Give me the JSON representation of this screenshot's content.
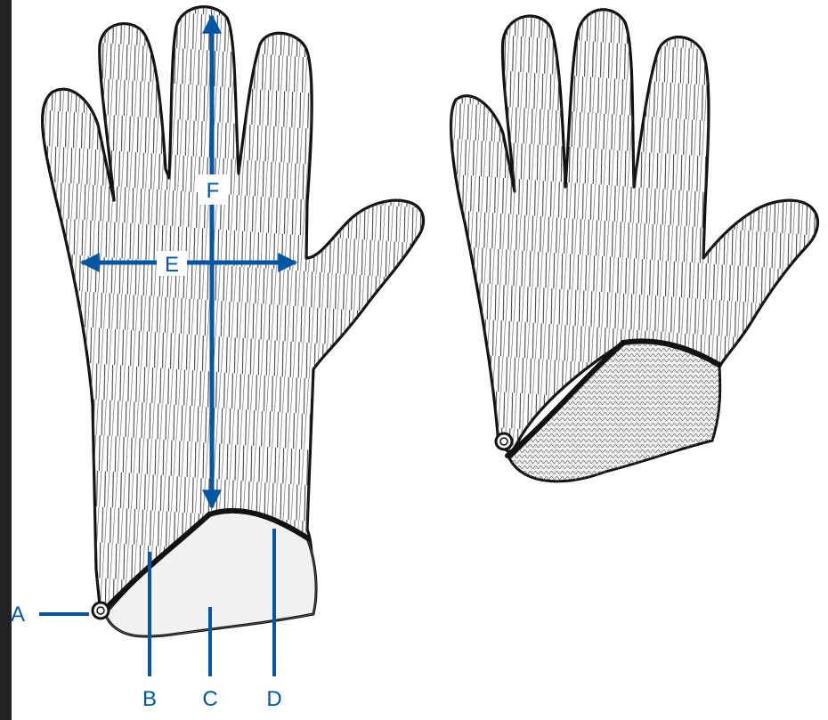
{
  "figure": {
    "callouts": {
      "a": "A",
      "b": "B",
      "c": "C",
      "d": "D",
      "e": "E",
      "f": "F"
    },
    "colors": {
      "callout_blue": "#0056a3",
      "outline": "#111111",
      "left_bar": "#222222"
    },
    "views": [
      "glove-front-annotated",
      "glove-front-plain"
    ]
  }
}
